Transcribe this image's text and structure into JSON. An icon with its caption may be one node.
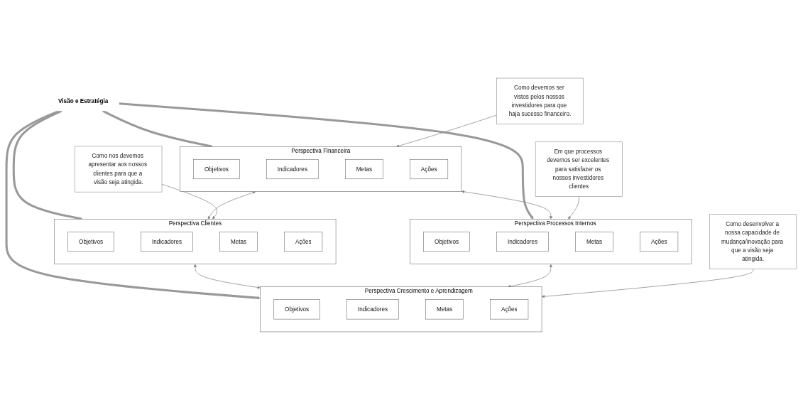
{
  "diagram": {
    "nodes": [
      {
        "text": [
          "Como nos devemos apresentar aos nossos clientes para que a visão seja atingida."
        ]
      },
      {
        "text": [
          "Perspectiva Financeira"
        ]
      },
      {
        "text": [
          "Objetivos"
        ],
        "in": 1
      },
      {
        "text": [
          "Indicadores"
        ],
        "in": 1
      },
      {
        "text": [
          "Metas"
        ],
        "in": 1
      },
      {
        "text": [
          "Ações"
        ],
        "in": 1
      },
      {
        "text": [
          "Como devemos ser vistos pelos nossos investidores para que haja sucesso financeiro."
        ]
      },
      {
        "text": [
          "Visão e Estratégia"
        ]
      },
      {
        "text": [
          "Perspectiva Clientes"
        ]
      },
      {
        "text": [
          "Objetivos"
        ],
        "in": 8
      },
      {
        "text": [
          "Indicadores"
        ],
        "in": 8
      },
      {
        "text": [
          "Metas"
        ],
        "in": 8
      },
      {
        "text": [
          "Ações"
        ],
        "in": 8
      },
      {
        "text": [
          "Perspectiva Processos Internos"
        ]
      },
      {
        "text": [
          "Objetivos"
        ],
        "in": 13
      },
      {
        "text": [
          "Indicadores"
        ],
        "in": 13
      },
      {
        "text": [
          "Metas"
        ],
        "in": 13
      },
      {
        "text": [
          "Ações"
        ],
        "in": 13
      },
      {
        "text": [
          "Em que processos devemos ser excelentes para satisfazer os nossos investidores clientes"
        ]
      },
      {
        "text": [
          "Como desenvolver a nossa capacidade de mudança/inovação para que a visão seja atingida."
        ]
      },
      {
        "text": [
          "Perspectiva Crescimento e Aprendizagem"
        ]
      },
      {
        "text": [
          "Objetivos"
        ],
        "in": 20
      },
      {
        "text": [
          "Indicadores"
        ],
        "in": 20
      },
      {
        "text": [
          "Metas"
        ],
        "in": 20
      },
      {
        "text": [
          "Ações"
        ],
        "in": 20
      }
    ],
    "edges": [
      {
        "from": 7,
        "to": 1,
        "arrow": "to",
        "style": "thick"
      },
      {
        "from": 7,
        "to": 8,
        "arrow": "to",
        "style": "thick"
      },
      {
        "from": 7,
        "to": 13,
        "arrow": "to",
        "style": "thick"
      },
      {
        "from": 7,
        "to": 20,
        "arrow": "to",
        "style": "thick"
      },
      {
        "from": 1,
        "to": 8,
        "arrow": "both"
      },
      {
        "from": 1,
        "to": 13,
        "arrow": "both"
      },
      {
        "from": 8,
        "to": 20,
        "arrow": "both"
      },
      {
        "from": 13,
        "to": 20,
        "arrow": "both"
      },
      {
        "from": 0,
        "to": 8,
        "arrow": "to"
      },
      {
        "from": 6,
        "to": 1,
        "arrow": "to"
      },
      {
        "from": 18,
        "to": 13,
        "arrow": "to"
      },
      {
        "from": 19,
        "to": 20,
        "arrow": "to"
      }
    ]
  }
}
